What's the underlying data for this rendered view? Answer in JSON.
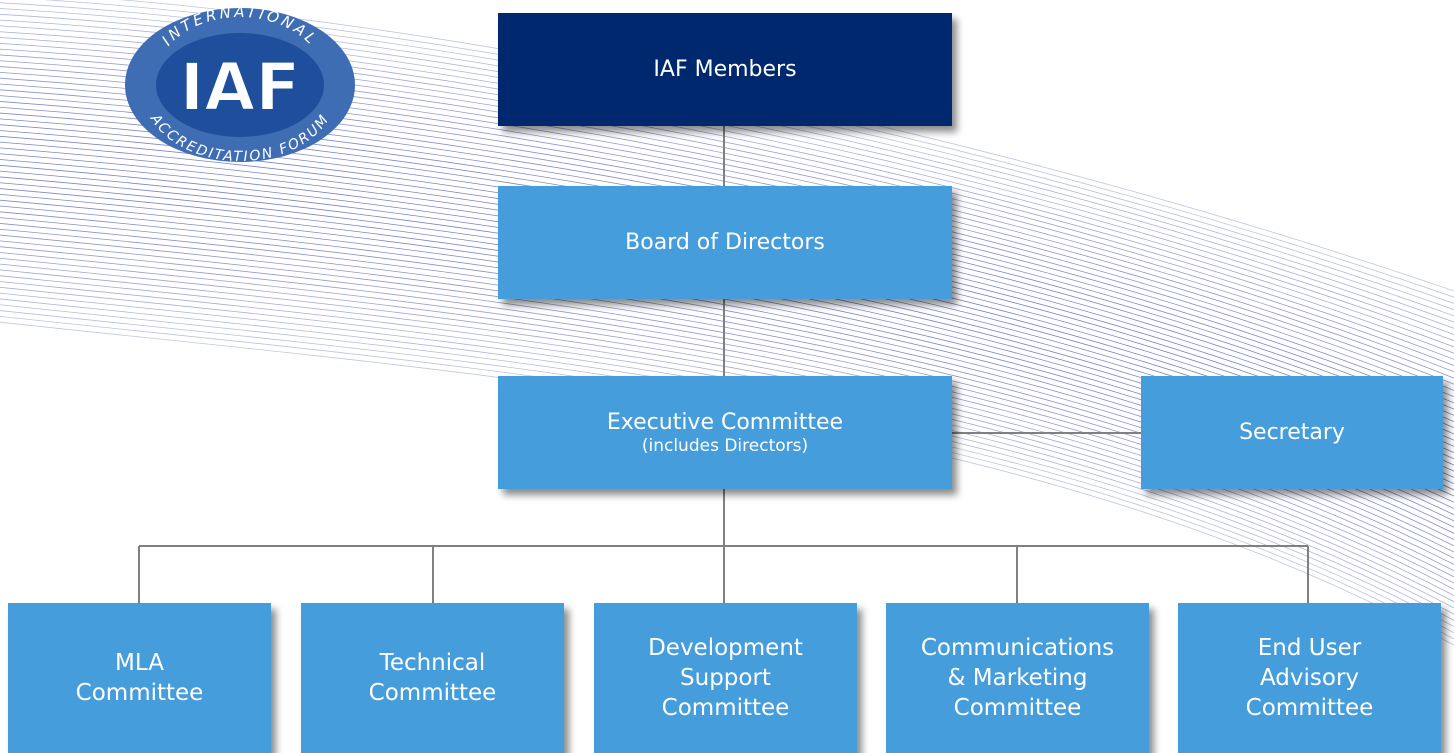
{
  "logo": {
    "arc_top_text": "INTERNATIONAL",
    "arc_bottom_text": "ACCREDITATION FORUM",
    "monogram": "IAF",
    "colors": {
      "outer": "#3f6db3",
      "inner": "#1f4f9c",
      "letters": "#ffffff"
    }
  },
  "boxes": {
    "members": {
      "label": "IAF Members"
    },
    "board": {
      "label": "Board of Directors"
    },
    "executive": {
      "label": "Executive Committee",
      "sublabel": "(includes Directors)"
    },
    "secretary": {
      "label": "Secretary"
    },
    "mla": {
      "label": "MLA\nCommittee"
    },
    "technical": {
      "label": "Technical\nCommittee"
    },
    "development": {
      "label": "Development\nSupport\nCommittee"
    },
    "communications": {
      "label": "Communications\n& Marketing\nCommittee"
    },
    "end_user": {
      "label": "End User\nAdvisory\nCommittee"
    }
  },
  "colors": {
    "dark_box": "#00286e",
    "light_box": "#459ddb",
    "connector": "#808080",
    "background_lines": "#4e5bb3",
    "text": "#ffffff"
  }
}
